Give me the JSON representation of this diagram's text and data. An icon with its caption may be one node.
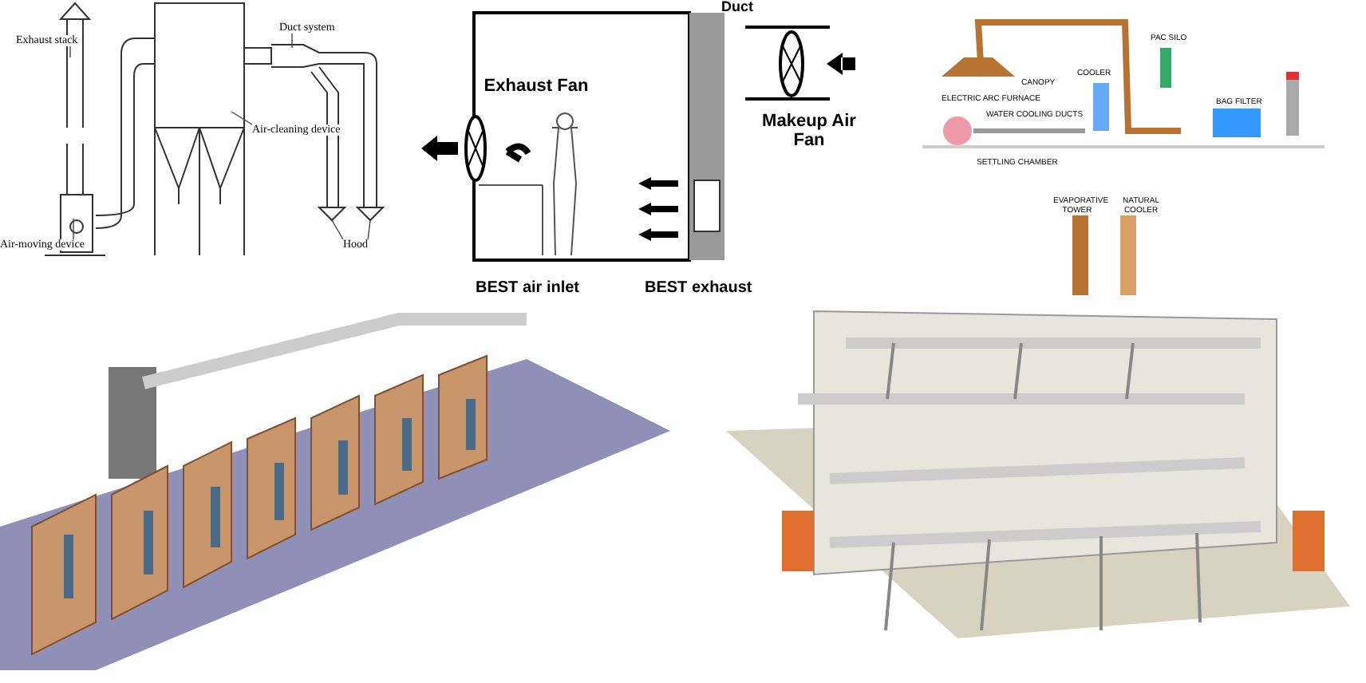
{
  "diagram": {
    "nodes": [
      {
        "text": [
          "Exhaust stack"
        ]
      },
      {
        "text": [
          "Duct system"
        ]
      },
      {
        "text": [
          "Air-cleaning device"
        ]
      },
      {
        "text": [
          "Air-moving device"
        ]
      },
      {
        "text": [
          "Hood"
        ]
      }
    ],
    "edges": [
      {
        "from": 0,
        "to": null,
        "arrow": "none"
      },
      {
        "from": 1,
        "to": null,
        "arrow": "none"
      },
      {
        "from": 2,
        "to": null,
        "arrow": "none"
      },
      {
        "from": 3,
        "to": null,
        "arrow": "none"
      },
      {
        "from": 4,
        "to": null,
        "arrow": "none"
      },
      {
        "from": 4,
        "to": null,
        "arrow": "none"
      }
    ],
    "labels": [
      "Duct",
      "Exhaust Fan",
      "Makeup Air Fan",
      "BEST air inlet",
      "BEST exhaust",
      "CANOPY",
      "ELECTRIC ARC FURNACE",
      "WATER COOLING DUCTS",
      "COOLER",
      "PAC SILO",
      "BAG FILTER",
      "SETTLING CHAMBER",
      "EVAPORATIVE TOWER",
      "NATURAL COOLER"
    ]
  }
}
